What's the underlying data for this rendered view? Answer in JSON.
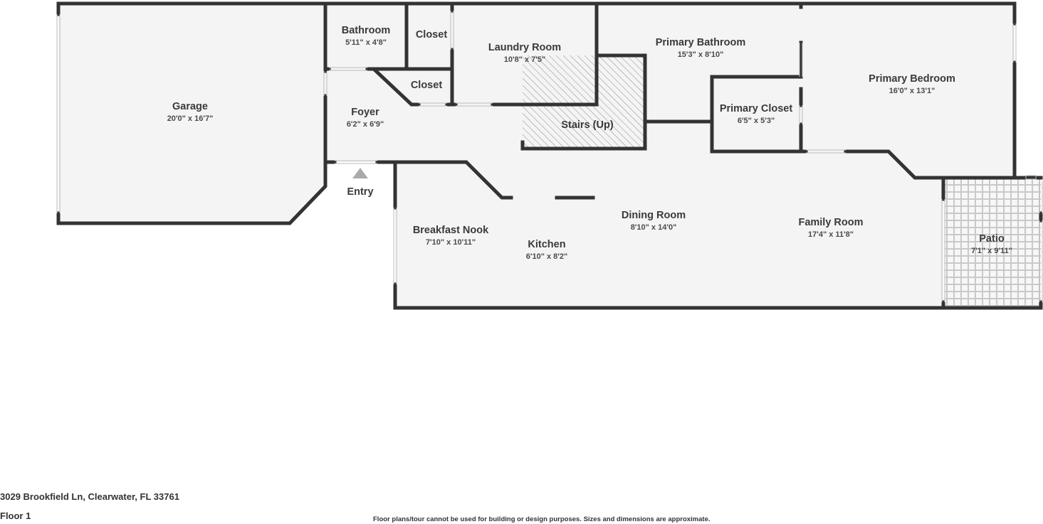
{
  "rooms": {
    "garage": {
      "name": "Garage",
      "dims": "20'0\" x 16'7\""
    },
    "bathroom": {
      "name": "Bathroom",
      "dims": "5'11\" x 4'8\""
    },
    "closet_top": {
      "name": "Closet"
    },
    "closet_mid": {
      "name": "Closet"
    },
    "laundry": {
      "name": "Laundry Room",
      "dims": "10'8\" x 7'5\""
    },
    "foyer": {
      "name": "Foyer",
      "dims": "6'2\" x 6'9\""
    },
    "stairs": {
      "name": "Stairs (Up)"
    },
    "primary_bathroom": {
      "name": "Primary Bathroom",
      "dims": "15'3\" x 8'10\""
    },
    "primary_closet": {
      "name": "Primary Closet",
      "dims": "6'5\" x 5'3\""
    },
    "primary_bedroom": {
      "name": "Primary Bedroom",
      "dims": "16'0\" x 13'1\""
    },
    "entry": {
      "name": "Entry"
    },
    "breakfast_nook": {
      "name": "Breakfast Nook",
      "dims": "7'10\" x 10'11\""
    },
    "kitchen": {
      "name": "Kitchen",
      "dims": "6'10\" x 8'2\""
    },
    "dining_room": {
      "name": "Dining Room",
      "dims": "8'10\" x 14'0\""
    },
    "family_room": {
      "name": "Family Room",
      "dims": "17'4\" x 11'8\""
    },
    "patio": {
      "name": "Patio",
      "dims": "7'1\" x 9'11\""
    }
  },
  "footer": {
    "address": "3029 Brookfield Ln, Clearwater, FL 33761",
    "floor": "Floor 1",
    "disclaimer": "Floor plans/tour cannot be used for building or design purposes. Sizes and dimensions are approximate."
  },
  "colors": {
    "wall": "#333333",
    "floor": "#f4f4f4",
    "patio_tile": "#cfcfcf"
  }
}
